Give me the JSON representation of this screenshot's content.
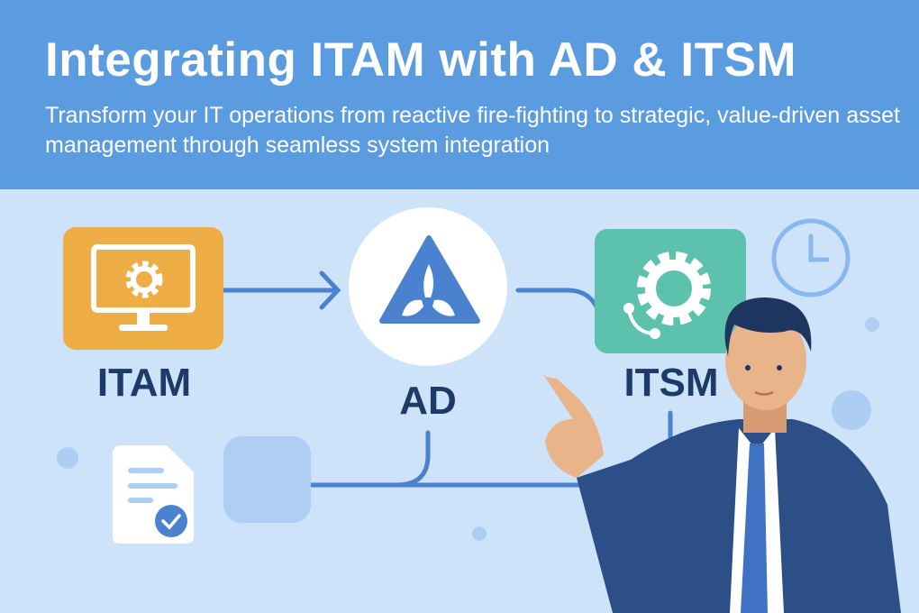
{
  "header": {
    "title": "Integrating ITAM with AD & ITSM",
    "subtitle": "Transform your IT operations from reactive fire-fighting to strategic, value-driven asset management through seamless system integration"
  },
  "nodes": {
    "itam": {
      "label": "ITAM",
      "icon": "monitor-gear-icon",
      "color": "#EFAE45"
    },
    "ad": {
      "label": "AD",
      "icon": "ad-triangle-icon",
      "color": "#4A82D0"
    },
    "itsm": {
      "label": "ITSM",
      "icon": "gear-headset-icon",
      "color": "#5CC2AE"
    }
  },
  "colors": {
    "header_bg": "#5B9BDF",
    "body_bg": "#CCE3FA",
    "label": "#1E3A66",
    "connector": "#4A82D0"
  }
}
